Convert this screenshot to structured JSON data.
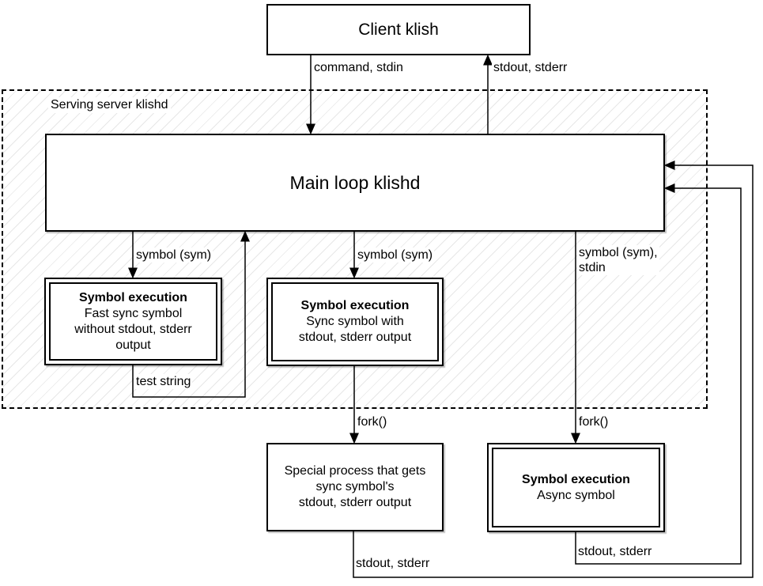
{
  "diagram": {
    "title": "klish client/server symbol execution diagram",
    "colors": {
      "stroke": "#000000",
      "box_fill": "#ffffff",
      "background": "#ffffff",
      "hatch": "#e7e7e7",
      "shadow": "#c2c2c2"
    }
  },
  "nodes": {
    "client": {
      "title": "Client klish"
    },
    "server": {
      "label": "Serving server klishd"
    },
    "main_loop": {
      "title": "Main loop klishd"
    },
    "sym_fast": {
      "title": "Symbol execution",
      "body": "Fast sync symbol\nwithout stdout, stderr\noutput"
    },
    "sym_sync": {
      "title": "Symbol execution",
      "body": "Sync symbol with\nstdout, stderr output"
    },
    "special": {
      "body": "Special process that gets\nsync symbol's\nstdout, stderr output"
    },
    "sym_async": {
      "title": "Symbol execution",
      "body": "Async symbol"
    }
  },
  "edges": {
    "command_stdin": "command, stdin",
    "stdout_stderr_client": "stdout, stderr",
    "symbol_sym_fast": "symbol (sym)",
    "symbol_sym_sync": "symbol (sym)",
    "symbol_sym_stdin": "symbol (sym),\nstdin",
    "test_string": "test string",
    "fork_sync": "fork()",
    "fork_async": "fork()",
    "stdout_stderr_special": "stdout, stderr",
    "stdout_stderr_async": "stdout, stderr"
  }
}
